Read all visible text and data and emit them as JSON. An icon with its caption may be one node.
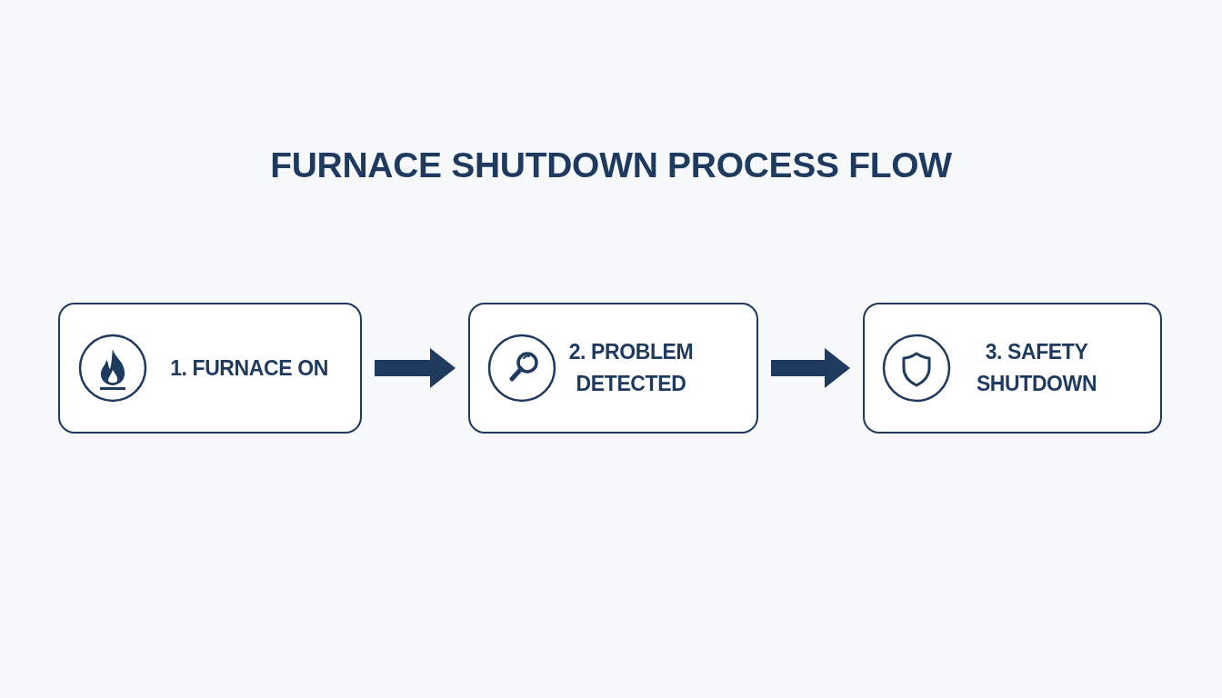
{
  "diagram": {
    "title": "FURNACE SHUTDOWN PROCESS FLOW",
    "nodes": [
      {
        "text": [
          "1. FURNACE ON"
        ]
      },
      {
        "text": [
          "2. PROBLEM DETECTED"
        ]
      },
      {
        "text": [
          "3. SAFETY SHUTDOWN"
        ]
      }
    ],
    "edges": [
      {
        "from": 0,
        "to": 1,
        "arrow": "to"
      },
      {
        "from": 1,
        "to": 2,
        "arrow": "to"
      }
    ]
  }
}
